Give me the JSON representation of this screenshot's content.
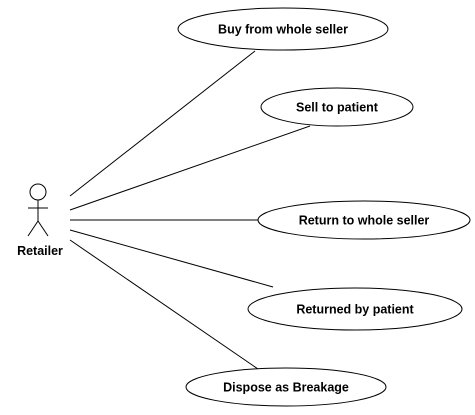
{
  "actor": {
    "name": "Retailer",
    "icon": "stick-figure-actor-icon"
  },
  "use_cases": [
    {
      "label": "Buy from whole seller"
    },
    {
      "label": "Sell to patient"
    },
    {
      "label": "Return to whole seller"
    },
    {
      "label": "Returned by patient"
    },
    {
      "label": "Dispose as Breakage"
    }
  ],
  "associations": [
    {
      "from": "Retailer",
      "to": "Buy from whole seller"
    },
    {
      "from": "Retailer",
      "to": "Sell to patient"
    },
    {
      "from": "Retailer",
      "to": "Return to whole seller"
    },
    {
      "from": "Retailer",
      "to": "Returned by patient"
    },
    {
      "from": "Retailer",
      "to": "Dispose as Breakage"
    }
  ]
}
